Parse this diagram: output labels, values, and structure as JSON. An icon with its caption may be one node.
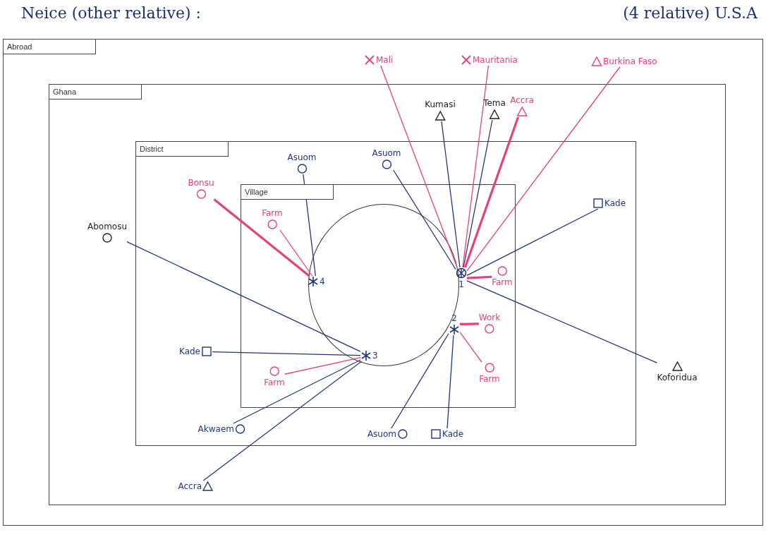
{
  "diagram": {
    "nodes": [
      {
        "text": [
          "Abroad"
        ]
      },
      {
        "text": [
          "Ghana"
        ],
        "in": 0
      },
      {
        "text": [
          "District"
        ],
        "in": 1
      },
      {
        "text": [
          "Village"
        ],
        "in": 2
      },
      {
        "text": [
          "1"
        ],
        "in": 3
      },
      {
        "text": [
          "2"
        ],
        "in": 3
      },
      {
        "text": [
          "3"
        ],
        "in": 3
      },
      {
        "text": [
          "4"
        ],
        "in": 3
      },
      {
        "text": [
          "Mali"
        ],
        "in": 0
      },
      {
        "text": [
          "Mauritania"
        ],
        "in": 0
      },
      {
        "text": [
          "Burkina Faso"
        ],
        "in": 0
      },
      {
        "text": [
          "Kumasi"
        ],
        "in": 1
      },
      {
        "text": [
          "Tema"
        ],
        "in": 1
      },
      {
        "text": [
          "Accra"
        ],
        "in": 1
      },
      {
        "text": [
          "Asuom"
        ],
        "in": 2
      },
      {
        "text": [
          "Asuom"
        ],
        "in": 2
      },
      {
        "text": [
          "Bonsu"
        ],
        "in": 2
      },
      {
        "text": [
          "Farm"
        ],
        "in": 3
      },
      {
        "text": [
          "Abomosu"
        ],
        "in": 1
      },
      {
        "text": [
          "Kade"
        ],
        "in": 2
      },
      {
        "text": [
          "Farm"
        ],
        "in": 3
      },
      {
        "text": [
          "Kade"
        ],
        "in": 2
      },
      {
        "text": [
          "Farm"
        ],
        "in": 3
      },
      {
        "text": [
          "Akwaem"
        ],
        "in": 2
      },
      {
        "text": [
          "Accra"
        ],
        "in": 1
      },
      {
        "text": [
          "Asuom"
        ],
        "in": 2
      },
      {
        "text": [
          "Kade"
        ],
        "in": 2
      },
      {
        "text": [
          "Work"
        ],
        "in": 3
      },
      {
        "text": [
          "Farm"
        ],
        "in": 3
      },
      {
        "text": [
          "Koforidua"
        ],
        "in": 1
      }
    ],
    "edges": [
      {
        "from": 4,
        "to": 8,
        "arrow": "none",
        "color": "#e5417a"
      },
      {
        "from": 4,
        "to": 9,
        "arrow": "none",
        "color": "#e5417a"
      },
      {
        "from": 4,
        "to": 10,
        "arrow": "none",
        "color": "#e5417a"
      },
      {
        "from": 4,
        "to": 11,
        "arrow": "none"
      },
      {
        "from": 4,
        "to": 12,
        "arrow": "none"
      },
      {
        "from": 4,
        "to": 13,
        "arrow": "none",
        "style": "thick",
        "color": "#e5417a"
      },
      {
        "from": 4,
        "to": 15,
        "arrow": "none"
      },
      {
        "from": 4,
        "to": 19,
        "arrow": "none"
      },
      {
        "from": 4,
        "to": 20,
        "arrow": "none",
        "style": "thick",
        "color": "#e5417a"
      },
      {
        "from": 4,
        "to": 29,
        "arrow": "none"
      },
      {
        "from": 7,
        "to": 14,
        "arrow": "none"
      },
      {
        "from": 7,
        "to": 16,
        "arrow": "none",
        "style": "thick",
        "color": "#e5417a"
      },
      {
        "from": 7,
        "to": 17,
        "arrow": "none",
        "color": "#e5417a"
      },
      {
        "from": 6,
        "to": 18,
        "arrow": "none"
      },
      {
        "from": 6,
        "to": 21,
        "arrow": "none"
      },
      {
        "from": 6,
        "to": 22,
        "arrow": "none",
        "color": "#e5417a"
      },
      {
        "from": 6,
        "to": 23,
        "arrow": "none"
      },
      {
        "from": 6,
        "to": 24,
        "arrow": "none"
      },
      {
        "from": 5,
        "to": 27,
        "arrow": "none",
        "style": "thick",
        "color": "#e5417a"
      },
      {
        "from": 5,
        "to": 28,
        "arrow": "none",
        "color": "#e5417a"
      },
      {
        "from": 5,
        "to": 25,
        "arrow": "none"
      },
      {
        "from": 5,
        "to": 26,
        "arrow": "none"
      }
    ],
    "labels": [
      "Neice (other relative) :",
      "(4 relative) U.S.A"
    ]
  }
}
